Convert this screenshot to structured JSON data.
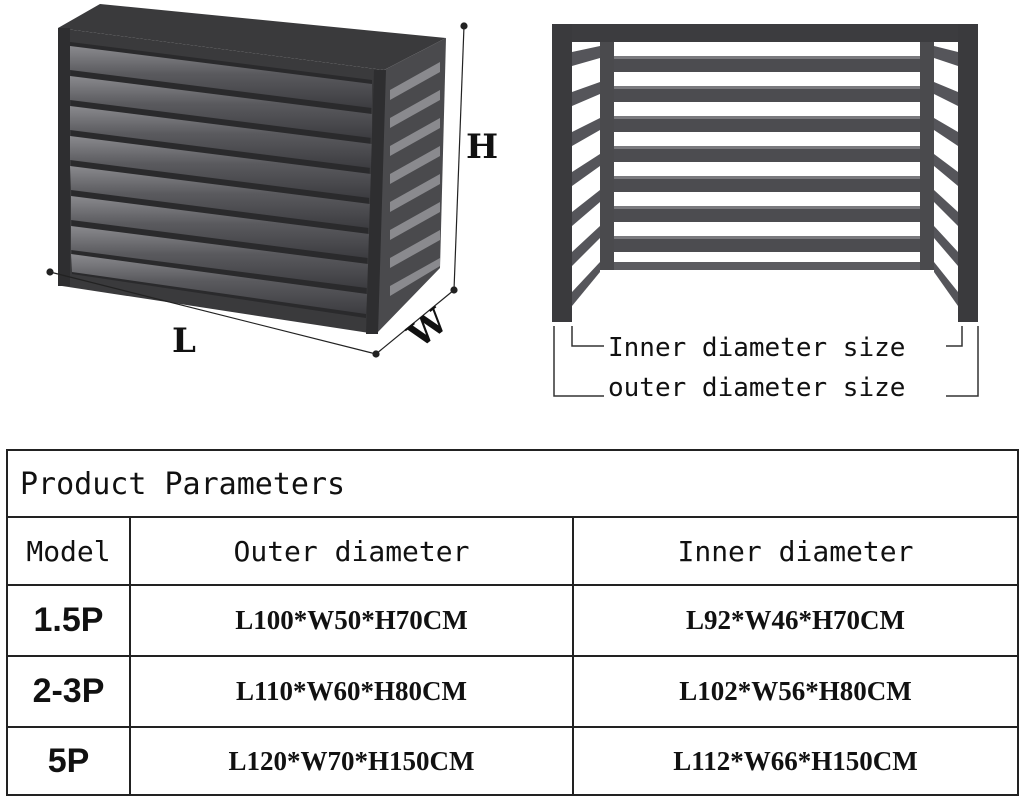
{
  "figure": {
    "labels": {
      "length": "L",
      "width": "W",
      "height": "H"
    },
    "inner_label": "Inner diameter size",
    "outer_label": "outer diameter size"
  },
  "params": {
    "title": "Product Parameters",
    "headers": [
      "Model",
      "Outer diameter",
      "Inner diameter"
    ],
    "rows": [
      {
        "model": "1.5P",
        "outer": "L100*W50*H70CM",
        "inner": "L92*W46*H70CM"
      },
      {
        "model": "2-3P",
        "outer": "L110*W60*H80CM",
        "inner": "L102*W56*H80CM"
      },
      {
        "model": "5P",
        "outer": "L120*W70*H150CM",
        "inner": "L112*W66*H150CM"
      }
    ]
  },
  "colors": {
    "frame": "#3a3a3c",
    "slat": "#555558",
    "slat_highlight": "#8a8a8e"
  }
}
